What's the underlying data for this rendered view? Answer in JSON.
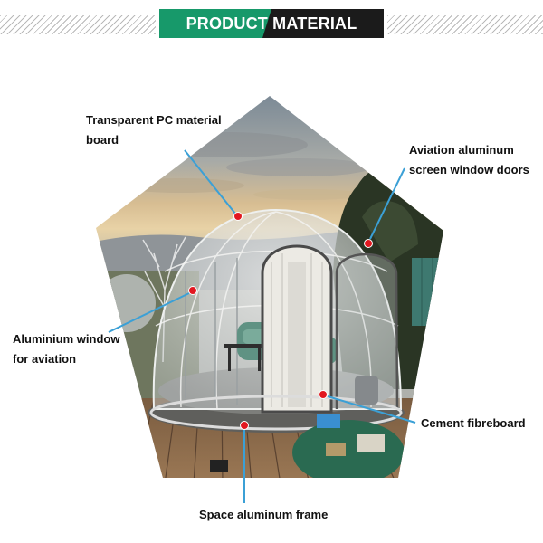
{
  "header": {
    "title": "PRODUCT MATERIAL"
  },
  "callouts": {
    "pc_board": {
      "line1": "Transparent PC material",
      "line2": "board"
    },
    "window_doors": {
      "line1": "Aviation aluminum",
      "line2": "screen window doors"
    },
    "aluminium_window": {
      "line1": "Aluminium window",
      "line2": "for aviation"
    },
    "fibreboard": {
      "line1": "Cement fibreboard"
    },
    "frame": {
      "line1": "Space aluminum frame"
    }
  },
  "colors": {
    "banner_green": "#17996a",
    "banner_black": "#1b1b1b",
    "callout_line": "#3ba0d6",
    "marker_dot": "#e2171f",
    "label_text": "#111111"
  }
}
